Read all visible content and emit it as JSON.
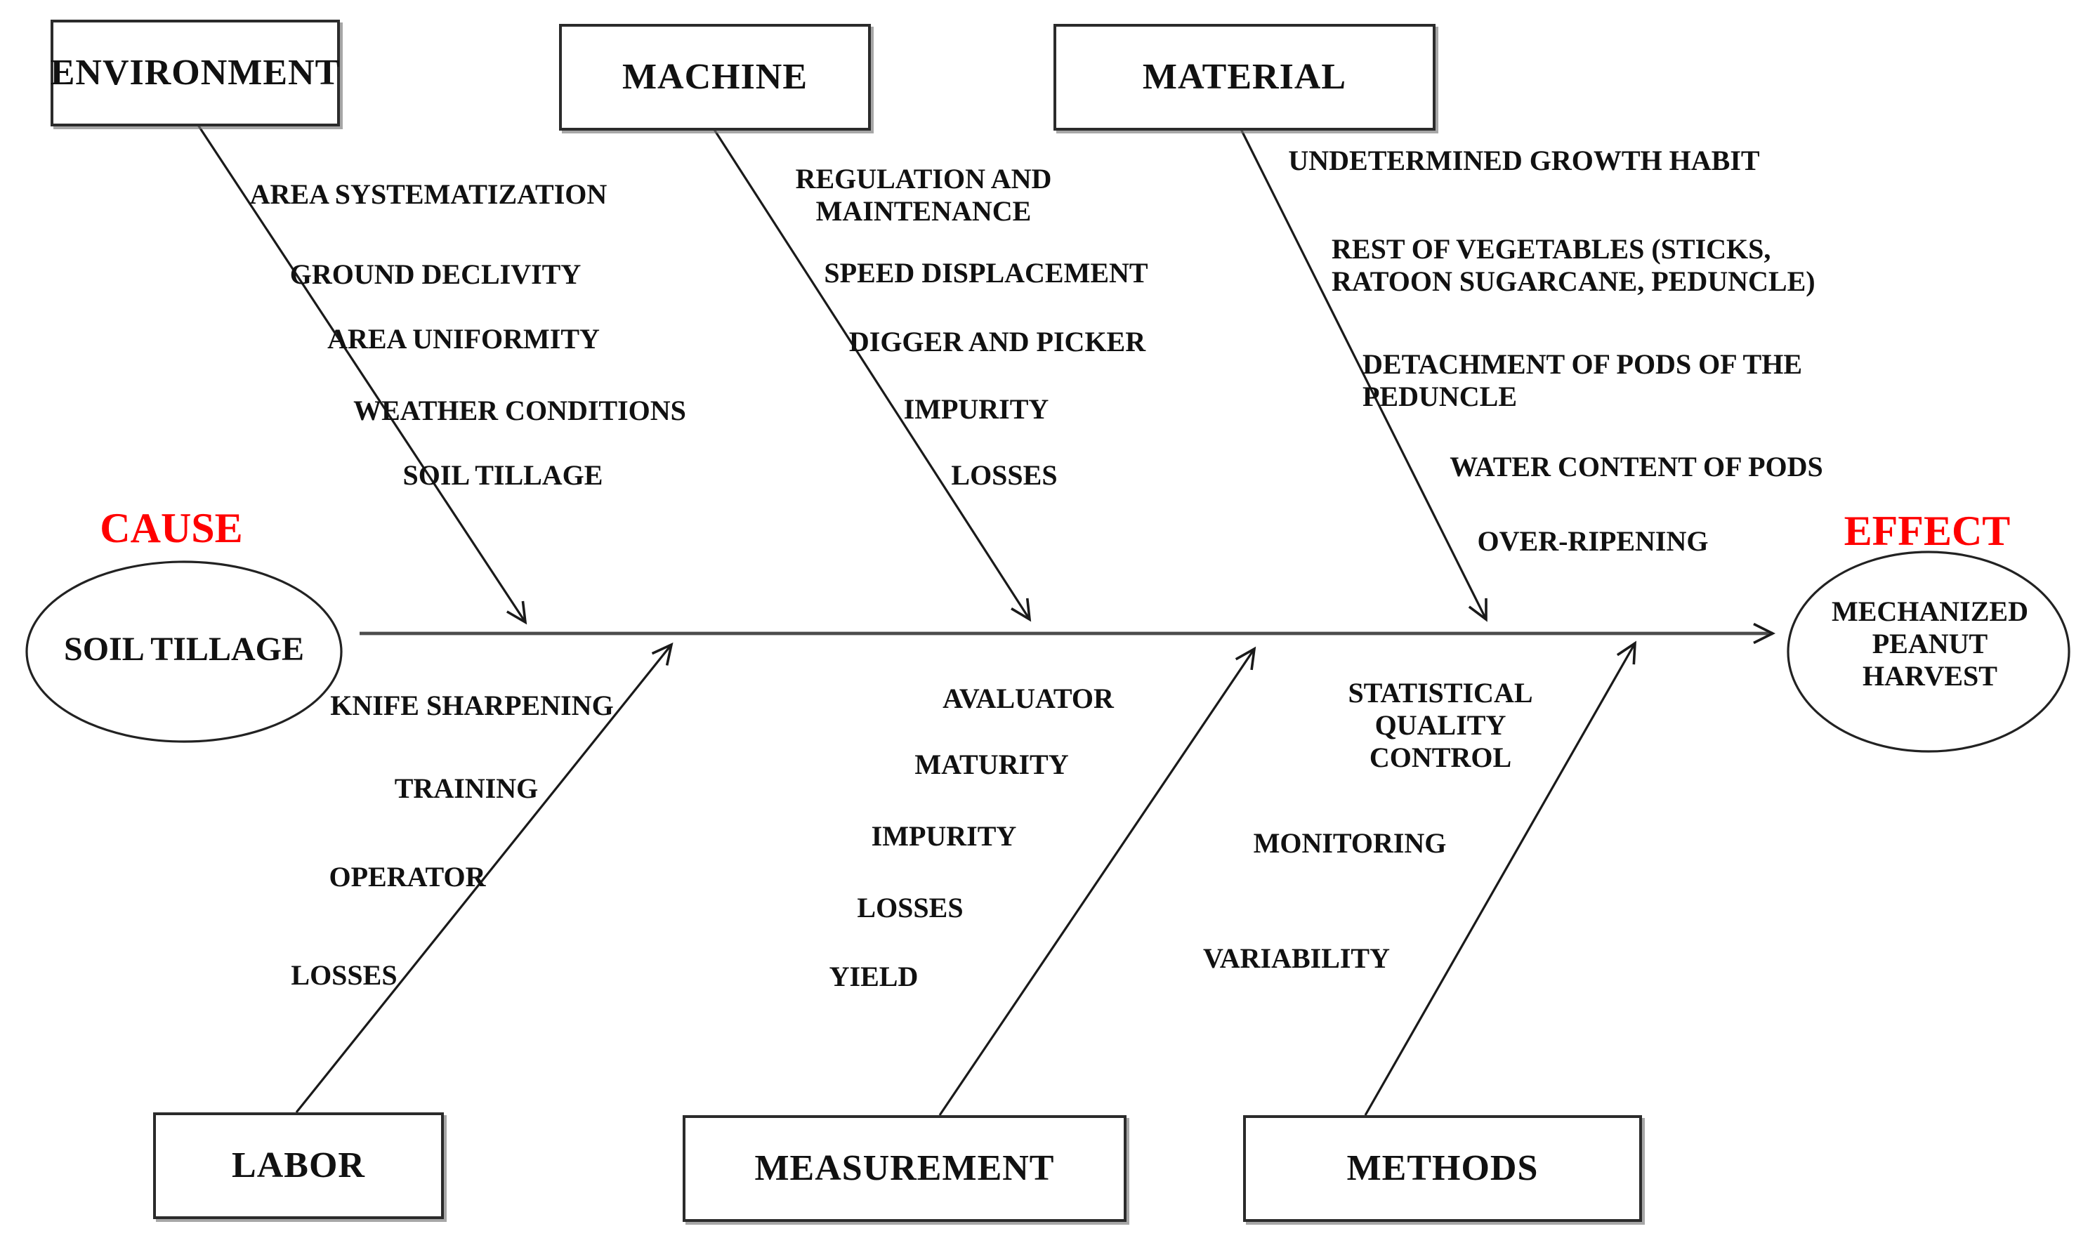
{
  "diagram": {
    "type_label": "fishbone-cause-effect",
    "cause_label": "CAUSE",
    "effect_label": "EFFECT",
    "cause_node": "SOIL TILLAGE",
    "effect_node": "MECHANIZED PEANUT HARVEST",
    "accent_color": "#FF0000",
    "line_color": "#1a1a1a",
    "spine_color": "#4d4d4d"
  },
  "branches": [
    {
      "id": "environment",
      "label": "ENVIRONMENT",
      "position": "top",
      "items": [
        "AREA SYSTEMATIZATION",
        "GROUND DECLIVITY",
        "AREA UNIFORMITY",
        "WEATHER CONDITIONS",
        "SOIL TILLAGE"
      ]
    },
    {
      "id": "machine",
      "label": "MACHINE",
      "position": "top",
      "items": [
        "REGULATION AND MAINTENANCE",
        "SPEED DISPLACEMENT",
        "DIGGER AND PICKER",
        "IMPURITY",
        "LOSSES"
      ]
    },
    {
      "id": "material",
      "label": "MATERIAL",
      "position": "top",
      "items": [
        "UNDETERMINED GROWTH HABIT",
        "REST OF VEGETABLES (STICKS, RATOON SUGARCANE, PEDUNCLE)",
        "DETACHMENT OF PODS OF THE PEDUNCLE",
        "WATER CONTENT OF PODS",
        "OVER-RIPENING"
      ]
    },
    {
      "id": "labor",
      "label": "LABOR",
      "position": "bottom",
      "items": [
        "KNIFE SHARPENING",
        "TRAINING",
        "OPERATOR",
        "LOSSES"
      ]
    },
    {
      "id": "measurement",
      "label": "MEASUREMENT",
      "position": "bottom",
      "items": [
        "AVALUATOR",
        "MATURITY",
        "IMPURITY",
        "LOSSES",
        "YIELD"
      ]
    },
    {
      "id": "methods",
      "label": "METHODS",
      "position": "bottom",
      "items": [
        "STATISTICAL QUALITY CONTROL",
        "MONITORING",
        "VARIABILITY"
      ]
    }
  ]
}
